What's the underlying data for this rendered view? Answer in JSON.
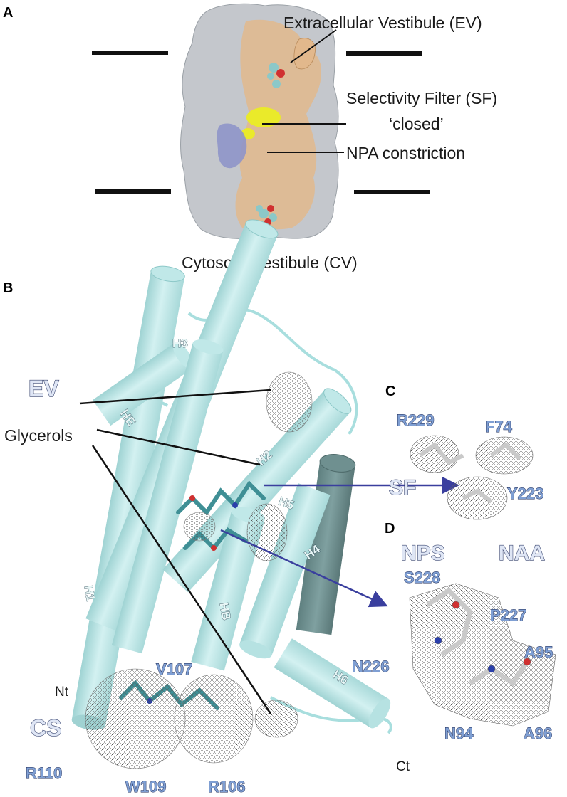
{
  "panels": {
    "a": "A",
    "b": "B",
    "c": "C",
    "d": "D"
  },
  "panel_a": {
    "ev": "Extracellular Vestibule (EV)",
    "sf": "Selectivity Filter (SF)",
    "closed": "‘closed’",
    "npa": "NPA constriction",
    "cv": "Cytosolic Vestibule (CV)"
  },
  "panel_b": {
    "ev": "EV",
    "cs": "CS",
    "glycerols": "Glycerols",
    "nt": "Nt",
    "ct": "Ct",
    "helices": {
      "h1": "H1",
      "h2": "H2",
      "h3": "H3",
      "h4": "H4",
      "h5": "H5",
      "h6": "H6",
      "he": "HE",
      "hb": "HB"
    },
    "residues": {
      "v107": "V107",
      "r110": "R110",
      "w109": "W109",
      "r106": "R106"
    }
  },
  "panel_c": {
    "r229": "R229",
    "f74": "F74",
    "y223": "Y223",
    "sf": "SF"
  },
  "panel_d": {
    "nps": "NPS",
    "naa": "NAA",
    "s228": "S228",
    "p227": "P227",
    "n226": "N226",
    "a95": "A95",
    "n94": "N94",
    "a96": "A96"
  },
  "colors": {
    "helix": "#c6ecec",
    "surface": "#c4c7cc",
    "orange": "#e2b88c",
    "arrow": "#3a3f9e",
    "yellow": "#eaea2a",
    "purple": "#8f95c9"
  }
}
